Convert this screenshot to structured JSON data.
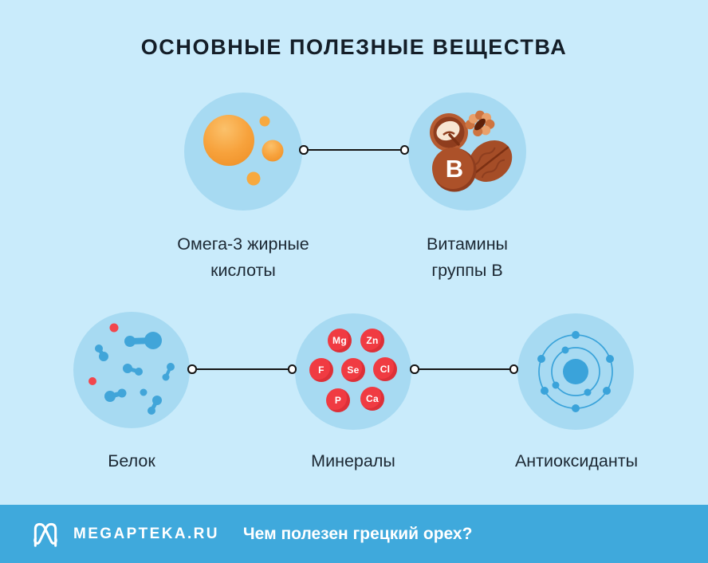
{
  "title": "ОСНОВНЫЕ ПОЛЕЗНЫЕ ВЕЩЕСТВА",
  "nutrients": {
    "omega3": {
      "label": "Омега-3 жирные\nкислоты"
    },
    "vitamins_b": {
      "label": "Витамины\nгруппы B",
      "badge": "B"
    },
    "protein": {
      "label": "Белок"
    },
    "minerals": {
      "label": "Минералы",
      "elements": [
        "Mg",
        "Zn",
        "F",
        "Se",
        "Cl",
        "P",
        "Ca"
      ]
    },
    "antioxidants": {
      "label": "Антиоксиданты"
    }
  },
  "footer": {
    "brand": "MEGAPTEKA.RU",
    "question": "Чем полезен грецкий орех?"
  },
  "colors": {
    "page_background": "#C9EBFB",
    "bubble_blue": "#A7DAF2",
    "footer_blue": "#3FA9DC",
    "mineral_red": "#F03B42",
    "oil_orange": "#F7A23C",
    "walnut_brown": "#AC5129",
    "molecule_blue": "#41A5D9",
    "connector_black": "#141414",
    "text_dark": "#1C2833",
    "footer_text": "#FFFFFF"
  }
}
